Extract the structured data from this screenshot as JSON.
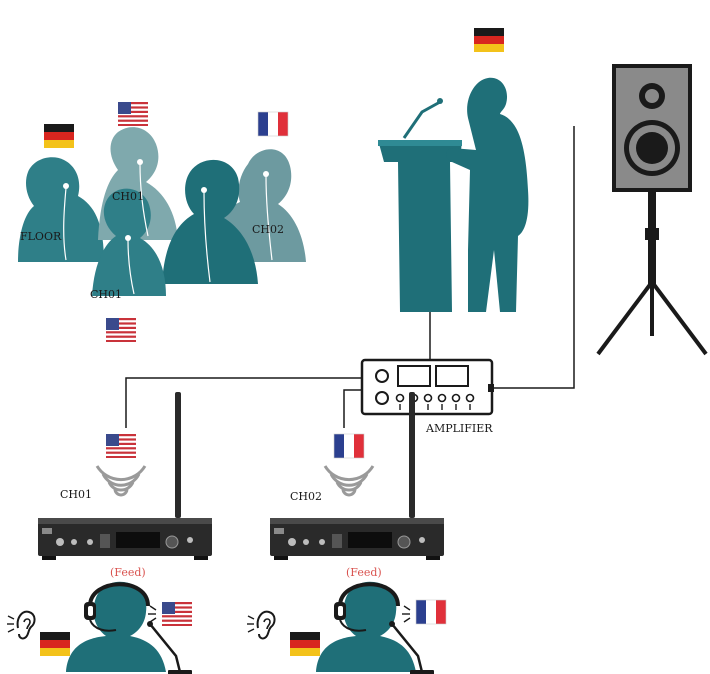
{
  "labels": {
    "floor": "FLOOR",
    "ch01_audience_a": "CH01",
    "ch01_audience_b": "CH01",
    "ch02_audience": "CH02",
    "amplifier": "AMPLIFIER",
    "ch01_transmitter": "CH01",
    "ch02_transmitter": "CH02",
    "feed_1": "(Feed)",
    "feed_2": "(Feed)"
  },
  "flags": {
    "speaker": "germany",
    "audience_floor": "germany",
    "audience_ch01_top": "usa",
    "audience_ch02": "france",
    "audience_ch01_bottom": "usa",
    "transmitter_ch01": "usa",
    "transmitter_ch02": "france",
    "interpreter1_listen": "germany",
    "interpreter1_speak": "usa",
    "interpreter2_listen": "germany",
    "interpreter2_speak": "france"
  },
  "icons": {
    "audience": "people-with-earphones-icon",
    "speaker": "speaker-at-podium-icon",
    "loudspeaker": "loudspeaker-on-tripod-icon",
    "amplifier": "amplifier-icon",
    "transmitter": "wireless-transmitter-icon",
    "interpreter": "interpreter-with-headset-icon",
    "ear": "ear-icon",
    "waves": "wireless-waves-icon"
  },
  "colors": {
    "teal_dark": "#1f6f78",
    "teal": "#3e8a91",
    "teal_light": "#7fa9ad",
    "device_dark": "#2a2a2a",
    "speaker_gray": "#8a8a8a",
    "feed_red": "#d9534f",
    "line": "#1a1a1a"
  }
}
